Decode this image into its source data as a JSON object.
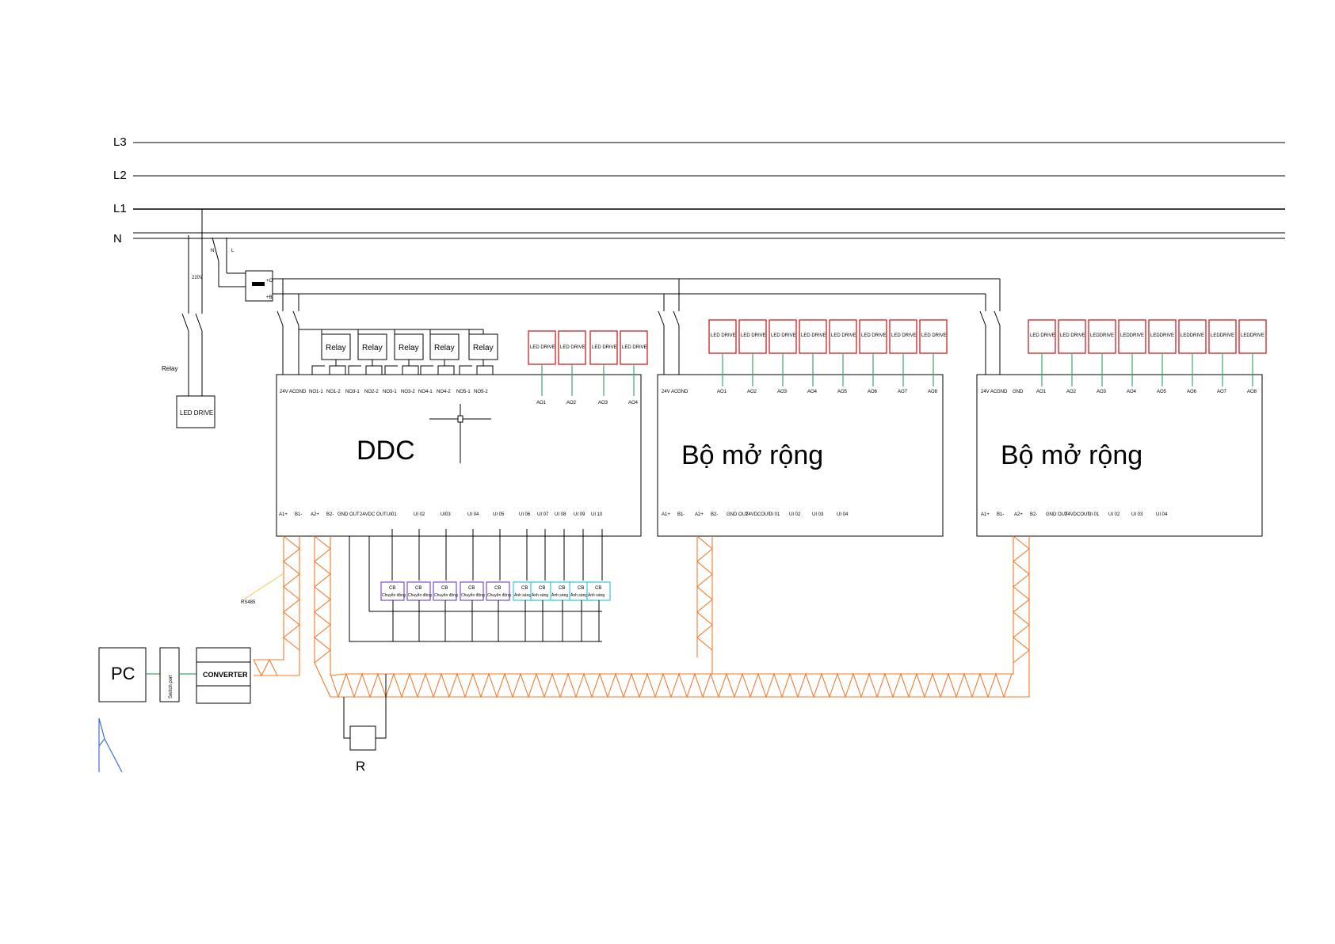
{
  "buses": [
    "L3",
    "L2",
    "L1",
    "N"
  ],
  "supply": {
    "n_label": "N",
    "l_label": "L",
    "voltage": "220V",
    "plus": "+O",
    "minus": "+B"
  },
  "left_branch": {
    "relay_label": "Relay",
    "led_drive": "LED DRIVE"
  },
  "ddc": {
    "title": "DDC",
    "relays": [
      "Relay",
      "Relay",
      "Relay",
      "Relay",
      "Relay"
    ],
    "top_terminals": [
      "24V AC",
      "GND",
      "NO1-1",
      "NO1-2",
      "NO3-1",
      "NO2-2",
      "NO3-1",
      "NO3-2",
      "NO4-1",
      "NO4-2",
      "NO5-1",
      "NO5-2"
    ],
    "led_drives": [
      "LED DRIVE",
      "LED DRIVE",
      "LED DRIVE",
      "LED DRIVE"
    ],
    "ao_terminals": [
      "AO1",
      "AO2",
      "AO3",
      "AO4"
    ],
    "bottom_terminals": [
      "A1+",
      "B1-",
      "A2+",
      "B2-",
      "GND OUT",
      "24VDC OUT",
      "UI01",
      "UI 02",
      "UI03",
      "UI 04",
      "UI 05",
      "UI 06",
      "UI 07",
      "UI 08",
      "UI 09",
      "UI 10"
    ],
    "sensors": [
      {
        "code": "CB",
        "desc": "Chuyển động",
        "kind": "motion"
      },
      {
        "code": "CB",
        "desc": "Chuyển động",
        "kind": "motion"
      },
      {
        "code": "CB",
        "desc": "Chuyển động",
        "kind": "motion"
      },
      {
        "code": "CB",
        "desc": "Chuyển động",
        "kind": "motion"
      },
      {
        "code": "CB",
        "desc": "Chuyển động",
        "kind": "motion"
      },
      {
        "code": "CB",
        "desc": "Ánh sáng",
        "kind": "light"
      },
      {
        "code": "CB",
        "desc": "Ánh sáng",
        "kind": "light"
      },
      {
        "code": "CB",
        "desc": "Ánh sáng",
        "kind": "light"
      },
      {
        "code": "CB",
        "desc": "Ánh sáng",
        "kind": "light"
      },
      {
        "code": "CB",
        "desc": "Ánh sáng",
        "kind": "light"
      }
    ]
  },
  "expanders": [
    {
      "title": "Bộ mở rộng",
      "top_terminals": [
        "24V AC",
        "GND"
      ],
      "led_drives": [
        "LED DRIVE",
        "LED DRIVE",
        "LED DRIVE",
        "LED DRIVE",
        "LED DRIVE",
        "LED DRIVE",
        "LED DRIVE",
        "LED DRIVE"
      ],
      "ao_terminals": [
        "AO1",
        "AO2",
        "AO3",
        "AO4",
        "AO5",
        "AO6",
        "AO7",
        "AO8"
      ],
      "bottom_terminals": [
        "A1+",
        "B1-",
        "A2+",
        "B2-",
        "GND OUT",
        "24VDCOUT",
        "UI 01",
        "UI 02",
        "UI 03",
        "UI 04"
      ]
    },
    {
      "title": "Bộ mở rộng",
      "top_terminals": [
        "24V AC",
        "GND",
        "GND"
      ],
      "led_drives": [
        "LED DRIVE",
        "LED DRIVE",
        "LEDDRIVE",
        "LEDDRIVE",
        "LEDDRIVE",
        "LEDDRIVE",
        "LEDDRIVE",
        "LEDDRIVE"
      ],
      "ao_terminals": [
        "AO1",
        "AO2",
        "AO3",
        "AO4",
        "AO5",
        "AO6",
        "AO7",
        "AO8"
      ],
      "bottom_terminals": [
        "A1+",
        "B1-",
        "A2+",
        "B2-",
        "GND OUT",
        "24VDCOUT",
        "UI 01",
        "UI 02",
        "UI 03",
        "UI 04"
      ]
    }
  ],
  "network": {
    "pc": "PC",
    "switch": "Switch port",
    "converter": "CONVERTER",
    "rs485": "RS485",
    "resistor": "R"
  },
  "colors": {
    "led_box": "#d32f2f",
    "motion_sensor": "#7b4fc9",
    "light_sensor": "#38c9d6",
    "rs485_cable": "#f07a2c",
    "output_wire": "#3aa96b"
  }
}
